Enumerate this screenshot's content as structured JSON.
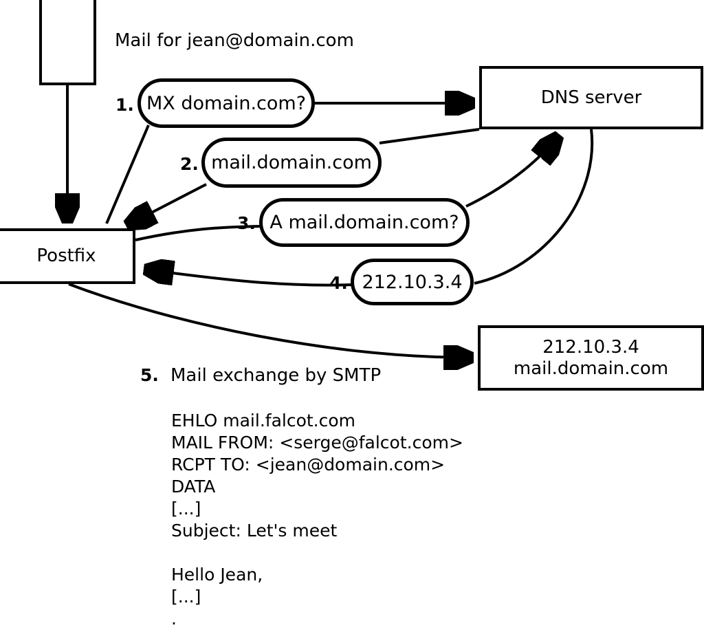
{
  "diagram": {
    "title_text": "Mail for jean@domain.com",
    "nodes": {
      "mua": {
        "label": ""
      },
      "dns": {
        "label": "DNS server"
      },
      "postfix": {
        "label": "Postfix"
      },
      "remote": {
        "label": "212.10.3.4\nmail.domain.com"
      }
    },
    "steps": [
      {
        "number": "1.",
        "label": "MX domain.com?"
      },
      {
        "number": "2.",
        "label": "mail.domain.com"
      },
      {
        "number": "3.",
        "label": "A mail.domain.com?"
      },
      {
        "number": "4.",
        "label": "212.10.3.4"
      }
    ],
    "smtp": {
      "number": "5.",
      "heading": "Mail exchange by SMTP",
      "transcript": [
        "EHLO mail.falcot.com",
        "MAIL FROM: <serge@falcot.com>",
        "RCPT TO: <jean@domain.com>",
        "DATA",
        "[...]",
        "Subject: Let's meet",
        "",
        "Hello Jean,",
        "[...]",
        "."
      ]
    },
    "colors": {
      "stroke": "#000000",
      "background": "#ffffff",
      "text": "#000000"
    }
  }
}
